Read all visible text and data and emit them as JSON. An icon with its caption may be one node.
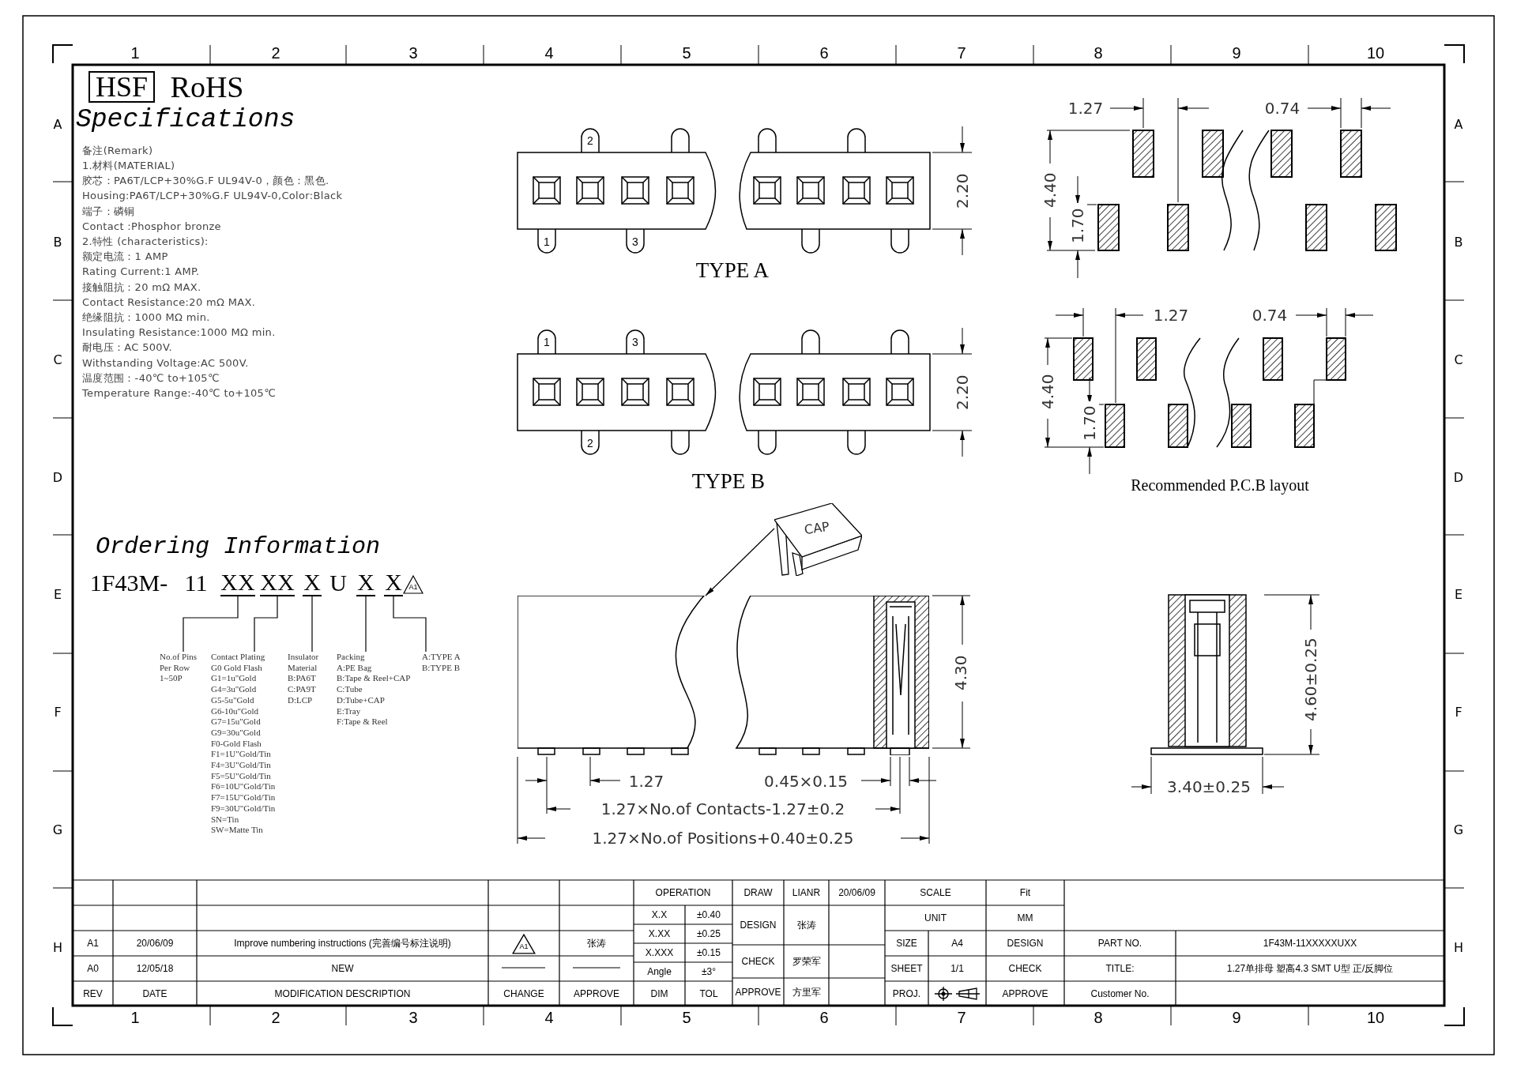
{
  "diagram": {
    "title": "Specifications",
    "nodes": [
      {
        "text": [
          "XX"
        ]
      },
      {
        "text": [
          "XX"
        ]
      },
      {
        "text": [
          "X"
        ]
      },
      {
        "text": [
          "X"
        ]
      },
      {
        "text": [
          "X"
        ]
      },
      {
        "text": [
          "No.of Pins Per Row",
          "1~50P"
        ]
      },
      {
        "text": [
          "Contact Plating",
          "G0 Gold Flash",
          "G1=1u\"Gold",
          "G4=3u\"Gold",
          "G5-5u\"Gold",
          "G6-10u\"Gold",
          "G7=15u\"Gold",
          "G9=30u\"Gold",
          "F0-Gold Flash",
          "F1=1U\"Gold/Tin",
          "F4=3U\"Gold/Tin",
          "F5=5U\"Gold/Tin",
          "F6=10U\"Gold/Tin",
          "F7=15U\"Gold/Tin",
          "F9=30U\"Gold/Tin",
          "SN=Tin",
          "SW=Matte Tin"
        ]
      },
      {
        "text": [
          "Insulator Material",
          "B:PA6T",
          "C:PA9T",
          "D:LCP"
        ]
      },
      {
        "text": [
          "Packing",
          "A:PE Bag",
          "B:Tape & Reel+CAP",
          "C:Tube",
          "D:Tube+CAP",
          "E:Tray",
          "F:Tape & Reel"
        ]
      },
      {
        "text": [
          "A:TYPE A",
          "B:TYPE B"
        ]
      },
      {
        "text": [
          "CAP"
        ]
      },
      {
        "text": [],
        "shape": "picture"
      }
    ],
    "edges": [
      {
        "from": 5,
        "to": 0,
        "arrow": "none"
      },
      {
        "from": 6,
        "to": 1,
        "arrow": "none"
      },
      {
        "from": 7,
        "to": 2,
        "arrow": "none"
      },
      {
        "from": 8,
        "to": 3,
        "arrow": "none"
      },
      {
        "from": 9,
        "to": 4,
        "arrow": "none"
      },
      {
        "from": 10,
        "to": 11,
        "arrow": "to"
      }
    ],
    "labels": [
      "1",
      "2",
      "3",
      "4",
      "5",
      "6",
      "7",
      "8",
      "9",
      "10",
      "1",
      "2",
      "3",
      "4",
      "5",
      "6",
      "7",
      "8",
      "9",
      "10",
      "A",
      "B",
      "C",
      "D",
      "E",
      "F",
      "G",
      "H",
      "A",
      "B",
      "C",
      "D",
      "E",
      "F",
      "G",
      "H",
      "HSF",
      "RoHS",
      "备注(Remark)",
      "1.材料(MATERIAL)",
      "胶芯：PA6T/LCP+30%G.F UL94V-0，颜色：黑色.",
      "Housing:PA6T/LCP+30%G.F UL94V-0,Color:Black",
      "端子：磷铜",
      "Contact :Phosphor bronze",
      "2.特性 (characteristics):",
      "额定电流：1 AMP",
      "Rating Current:1 AMP.",
      "接触阻抗：20 mΩ MAX.",
      "Contact Resistance:20 mΩ MAX.",
      "绝缘阻抗：1000 MΩ min.",
      "Insulating Resistance:1000 MΩ min.",
      "耐电压：AC 500V.",
      "Withstanding Voltage:AC 500V.",
      "温度范围：-40℃ to+105℃",
      "Temperature Range:-40℃ to+105℃",
      "2",
      "1",
      "3",
      "TYPE A",
      "2.20",
      "1",
      "3",
      "2",
      "TYPE B",
      "2.20",
      "1.27",
      "0.74",
      "4.40",
      "1.70",
      "1.27",
      "0.74",
      "4.40",
      "1.70",
      "Recommended P.C.B layout",
      "Ordering Information",
      "1F43M-",
      "11",
      "U",
      "A1",
      "4.30",
      "1.27",
      "0.45×0.15",
      "1.27×No.of Contacts-1.27±0.2",
      "1.27×No.of Positions+0.40±0.25",
      "4.60±0.25",
      "3.40±0.25",
      "OPERATION",
      "DRAW",
      "LIANR",
      "20/06/09",
      "SCALE",
      "Fit",
      "X.X",
      "±0.40",
      "DESIGN",
      "张涛",
      "UNIT",
      "MM",
      "A1",
      "20/06/09",
      "Improve numbering instructions (完善编号标注说明)",
      "A1",
      "张涛",
      "X.XX",
      "±0.25",
      "SIZE",
      "A4",
      "DESIGN",
      "PART NO.",
      "1F43M-11XXXXXUXX",
      "X.XXX",
      "±0.15",
      "CHECK",
      "罗荣军",
      "A0",
      "12/05/18",
      "NEW",
      "Angle",
      "±3°",
      "SHEET",
      "1/1",
      "CHECK",
      "TITLE:",
      "1.27单排母 塑高4.3 SMT U型 正/反脚位",
      "REV",
      "DATE",
      "MODIFICATION DESCRIPTION",
      "CHANGE",
      "APPROVE",
      "DIM",
      "TOL",
      "APPROVE",
      "方里军",
      "PROJ.",
      "APPROVE",
      "Customer No."
    ]
  }
}
